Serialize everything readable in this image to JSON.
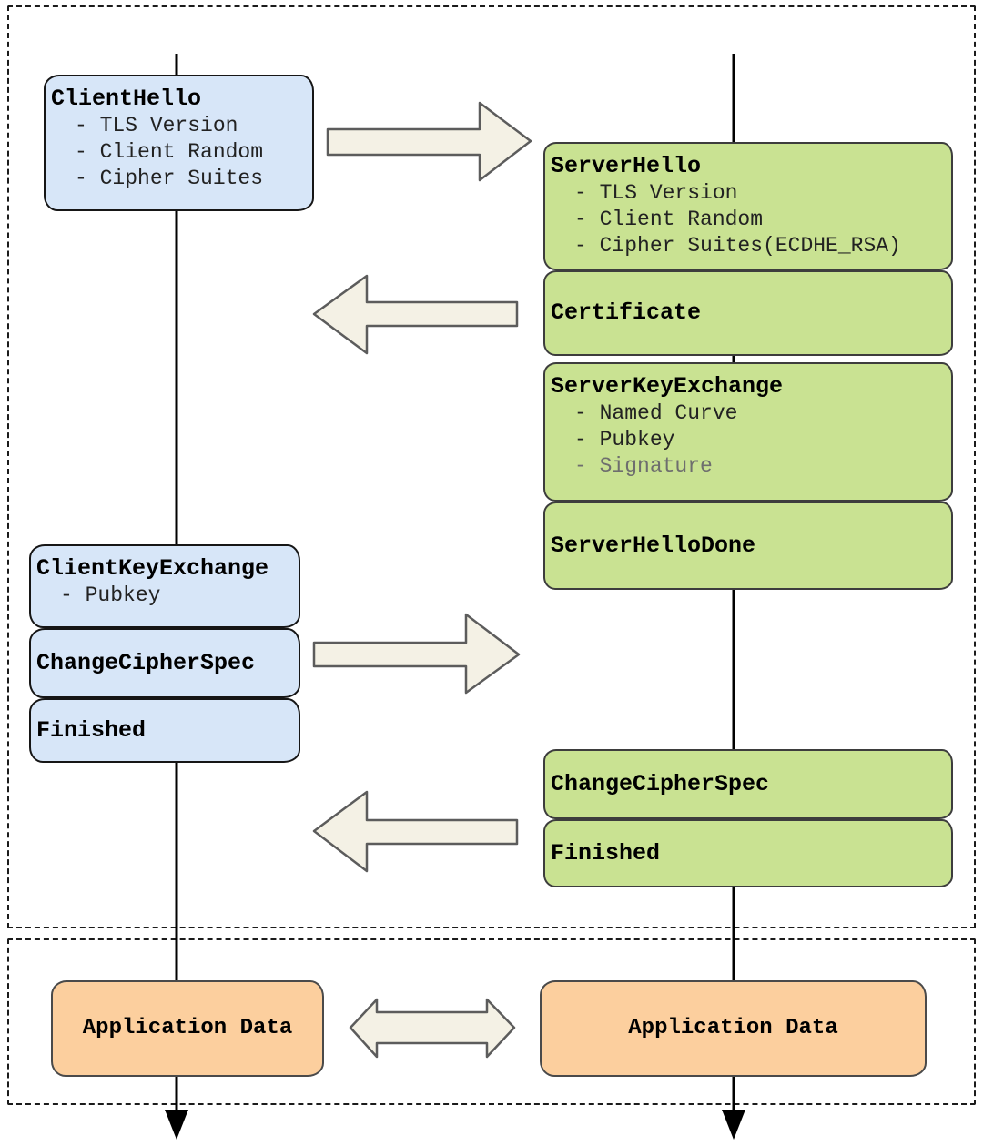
{
  "colors": {
    "client_box_fill": "#d7e6f8",
    "server_box_fill": "#c9e292",
    "app_box_fill": "#fccf9e",
    "arrow_fill": "#f4f1e5",
    "arrow_stroke": "#5c5c5c",
    "lifeline": "#000000",
    "frame_dash": "#1b1b1b",
    "muted_item": "#6e6e6e"
  },
  "messages": {
    "client_hello": {
      "title": "ClientHello",
      "items": [
        "- TLS Version",
        "- Client Random",
        "- Cipher Suites"
      ]
    },
    "server_hello": {
      "title": "ServerHello",
      "items": [
        "- TLS Version",
        "- Client Random",
        "- Cipher Suites(ECDHE_RSA)"
      ]
    },
    "certificate": {
      "title": "Certificate"
    },
    "server_key_exchange": {
      "title": "ServerKeyExchange",
      "items": [
        "- Named Curve",
        "- Pubkey",
        "- Signature"
      ]
    },
    "server_hello_done": {
      "title": "ServerHelloDone"
    },
    "client_key_exchange": {
      "title": "ClientKeyExchange",
      "items": [
        "- Pubkey"
      ]
    },
    "client_change_cipher_spec": {
      "title": "ChangeCipherSpec"
    },
    "client_finished": {
      "title": "Finished"
    },
    "server_change_cipher_spec": {
      "title": "ChangeCipherSpec"
    },
    "server_finished": {
      "title": "Finished"
    },
    "client_application_data": {
      "title": "Application Data"
    },
    "server_application_data": {
      "title": "Application Data"
    }
  }
}
